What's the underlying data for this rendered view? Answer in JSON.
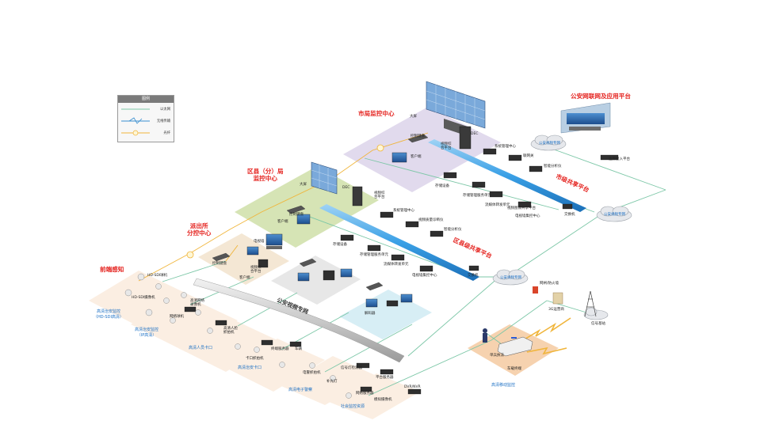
{
  "legend": {
    "title": "图例",
    "items": [
      "以太网",
      "无线传输",
      "光纤"
    ]
  },
  "zones": {
    "city": "市局监控中心",
    "district": "区县（分）局\n监控中心",
    "station": "派出所\n分控中心",
    "frontend": "前端感知",
    "public_net": "公安网联网及应用平台"
  },
  "platforms": {
    "city_share": "市级共享平台",
    "district_share": "区县级共享平台",
    "video_private": "公安视频专网"
  },
  "clouds": {
    "cloud1": "公安视频专网",
    "cloud2": "公安视频专网",
    "cloud3": "公安视频专网"
  },
  "city_labels": {
    "big_screen": "大屏",
    "keyboard": "控制键盘",
    "platform": "视频综\n合平台",
    "dec": "DEC",
    "client": "客户端",
    "sys_mgmt": "系统管理中心",
    "net_video": "联网关",
    "smart": "智能分析仪",
    "storage_dev": "存储设备",
    "storage_srv": "存储管理服务单元",
    "stream": "流媒体转发单元",
    "video_integ": "视频图像共享平台",
    "ecc": "电视墙集控中心",
    "switch": "交换机",
    "border": "边界接入平台"
  },
  "district_labels": {
    "big_screen": "大屏",
    "keyboard": "控制键盘",
    "platform": "视频综\n合平台",
    "dec": "DEC",
    "client": "客户端",
    "sys_mgmt": "系统管理中心",
    "vid_mgmt": "视频质量诊断仪",
    "smart": "智能分析仪",
    "storage_dev": "存储设备",
    "storage_srv": "存储管理服务单元",
    "stream": "流媒体转发单元",
    "tv_ctrl": "电视墙集控中心",
    "switch": "交换机"
  },
  "station_labels": {
    "tv_wall": "电视墙",
    "keyboard": "控制键盘",
    "platform": "视频综\n合平台",
    "client": "客户端",
    "decoder": "解码器"
  },
  "frontend_groups": {
    "hd_sdi": "高清治安监控\n（HD-SDI高清）",
    "ip_hd": "高清治安监控\n（IP高清）",
    "face": "高清人员卡口",
    "vehicle": "高清治安卡口",
    "police": "高清电子警察",
    "social": "社会监控资源",
    "mobile": "高清移动监控"
  },
  "frontend_labels": {
    "sdi_cam": "HD-SDI球机",
    "sdi_cam2": "HD-SDI摄像机",
    "hd_nvr": "高清网络\n录像机",
    "ip_cam": "网络球机",
    "face_cam": "高清人脸\n抓拍机",
    "term_srv": "终端服务器",
    "vehicle_cam": "卡口抓拍机",
    "front_unit": "车辆",
    "ep_cam": "电警抓拍机",
    "signal": "信号灯检测器",
    "flash": "补光灯",
    "vp_srv": "平台服务器",
    "nvr": "DVR/NVR",
    "enc_srv": "网络服务器",
    "ana_enc": "模拟摄像机"
  },
  "mobile_labels": {
    "firewall": "网闸/防火墙",
    "wireless_gw": "3G运营商",
    "base_station": "信号基站",
    "single_pol": "单兵执法",
    "car": "车载终端"
  }
}
